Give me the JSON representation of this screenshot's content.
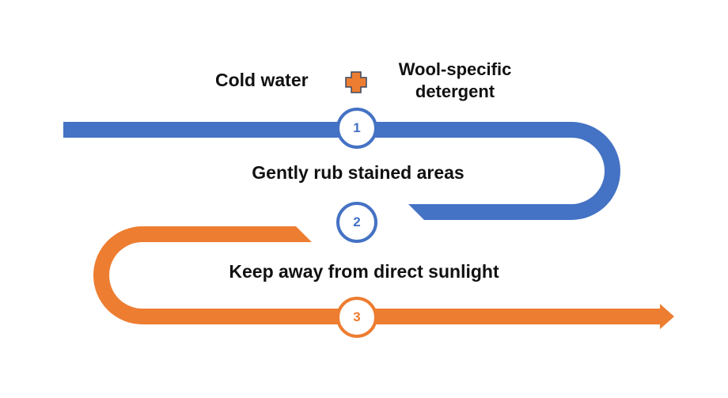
{
  "colors": {
    "blue": "#4472C4",
    "orange": "#ED7D31",
    "text": "#111111",
    "badge_fill": "#FFFFFF"
  },
  "ingredients": {
    "first": "Cold water",
    "second": "Wool-specific detergent",
    "joiner_icon": "plus-icon"
  },
  "steps": [
    {
      "number": "1",
      "color": "blue"
    },
    {
      "number": "2",
      "text": "Gently rub stained areas",
      "color": "blue"
    },
    {
      "number": "3",
      "text": "Keep away from direct sunlight",
      "color": "orange"
    }
  ]
}
